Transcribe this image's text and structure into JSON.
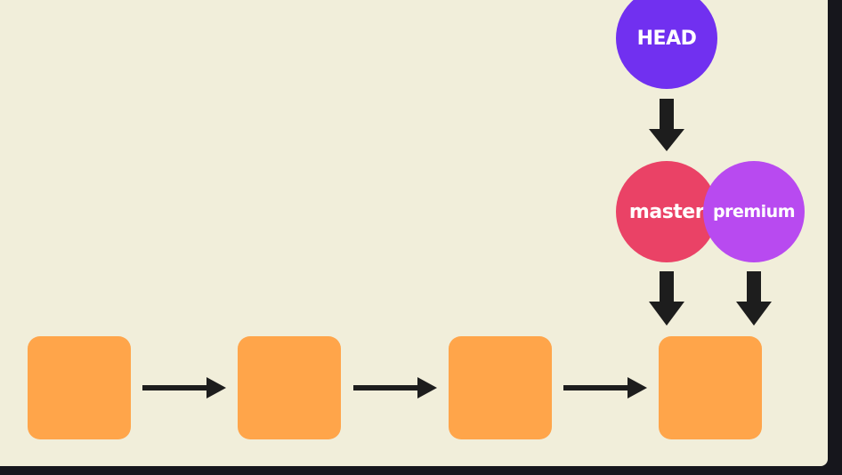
{
  "colors": {
    "background": "#f1eeda",
    "frame": "#16161c",
    "commit": "#ffa54a",
    "arrow": "#1d1d1d",
    "head": "#7130f0",
    "master": "#ea4266",
    "premium": "#b84af0"
  },
  "commits": [
    {
      "id": "commit-1"
    },
    {
      "id": "commit-2"
    },
    {
      "id": "commit-3"
    },
    {
      "id": "commit-4"
    }
  ],
  "pointers": {
    "head": {
      "label": "HEAD"
    },
    "master": {
      "label": "master"
    },
    "premium": {
      "label": "premium"
    }
  }
}
